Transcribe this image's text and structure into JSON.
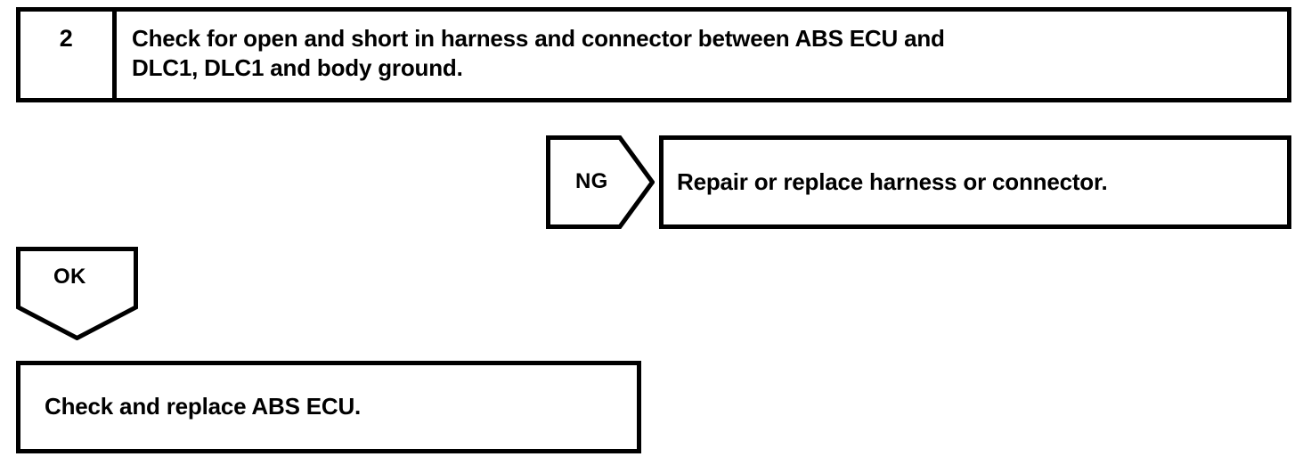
{
  "diagram": {
    "type": "troubleshooting-flowchart",
    "colors": {
      "ink": "#000000",
      "paper": "#ffffff"
    },
    "step": {
      "number": "2",
      "instruction_line_1": "Check for open and short in harness and connector between ABS ECU and",
      "instruction_line_2": "DLC1, DLC1 and body ground."
    },
    "branches": {
      "ng": {
        "label": "NG",
        "arrow_icon": "arrow-right-pentagon-icon",
        "result": "Repair or replace harness or connector."
      },
      "ok": {
        "label": "OK",
        "arrow_icon": "arrow-down-pentagon-icon",
        "result": "Check and replace ABS ECU."
      }
    }
  }
}
